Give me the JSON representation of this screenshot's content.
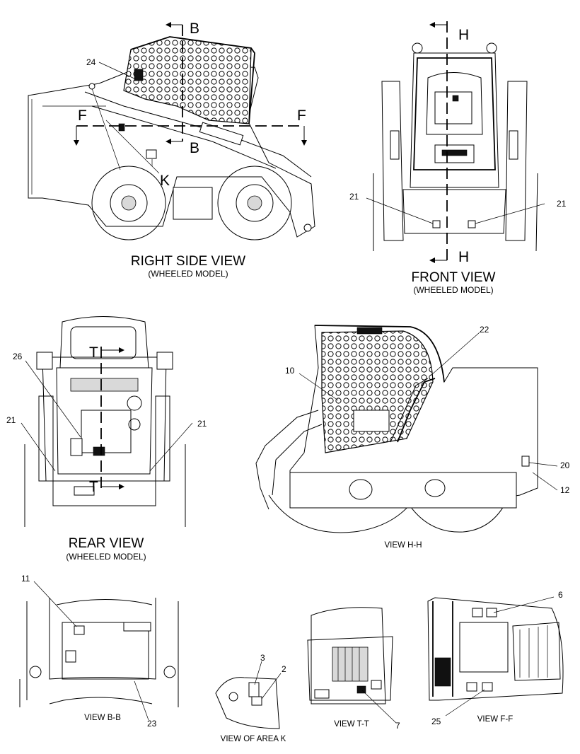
{
  "views": {
    "right_side": {
      "title": "RIGHT SIDE VIEW",
      "subtitle": "(WHEELED MODEL)"
    },
    "front": {
      "title": "FRONT VIEW",
      "subtitle": "(WHEELED MODEL)"
    },
    "rear": {
      "title": "REAR VIEW",
      "subtitle": "(WHEELED MODEL)"
    },
    "hh": {
      "title": "VIEW H-H"
    },
    "bb": {
      "title": "VIEW B-B"
    },
    "area_k": {
      "title": "VIEW OF AREA K"
    },
    "tt": {
      "title": "VIEW T-T"
    },
    "ff": {
      "title": "VIEW F-F"
    }
  },
  "section_letters": {
    "b_top": "B",
    "b_bottom": "B",
    "f_left": "F",
    "f_right": "F",
    "k": "K",
    "h_top": "H",
    "h_bottom": "H",
    "t_top": "T",
    "t_bottom": "T"
  },
  "callouts": {
    "c24": "24",
    "c21_front_left": "21",
    "c21_front_right": "21",
    "c26": "26",
    "c21_rear_left": "21",
    "c21_rear_right": "21",
    "c22": "22",
    "c10": "10",
    "c20": "20",
    "c12": "12",
    "c11": "11",
    "c23": "23",
    "c3": "3",
    "c2": "2",
    "c7": "7",
    "c6": "6",
    "c25": "25"
  }
}
